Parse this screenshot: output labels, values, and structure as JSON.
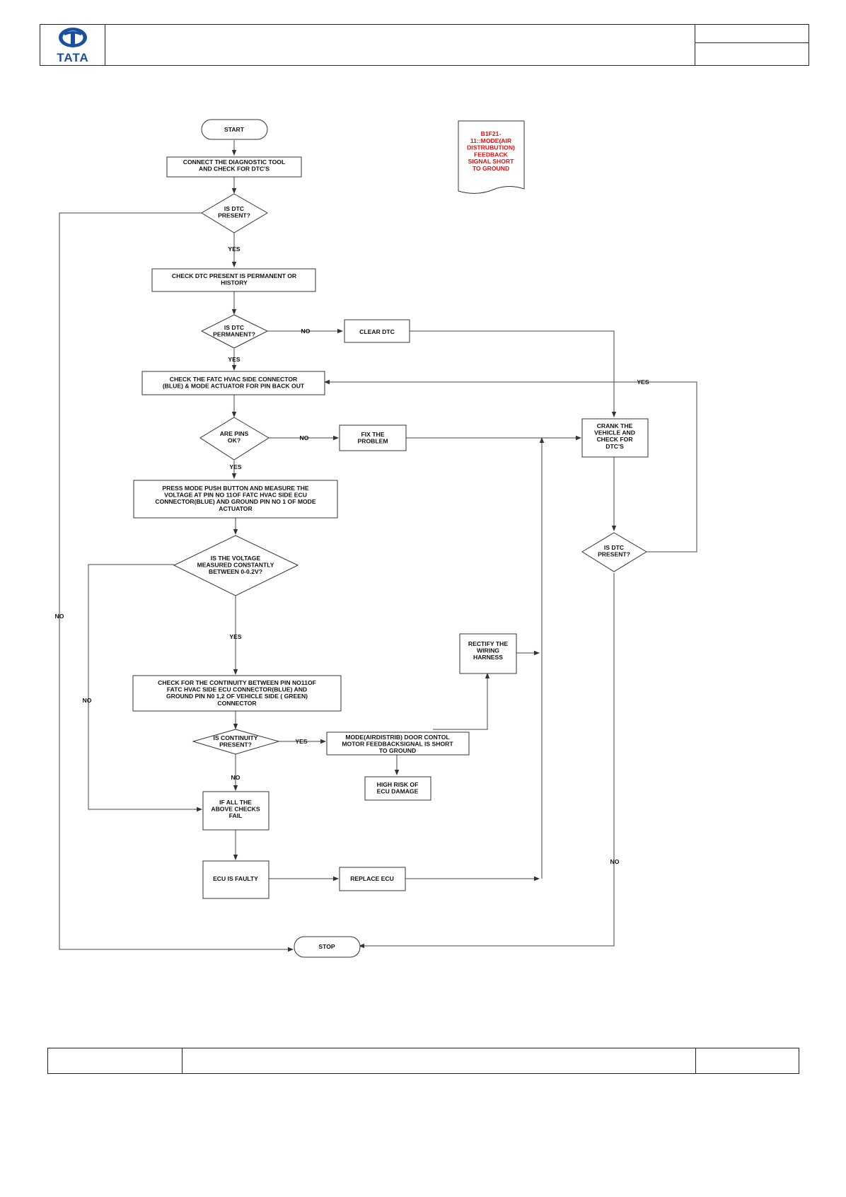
{
  "header": {
    "logo_text": "TATA",
    "title": "",
    "ref_top": "",
    "ref_bottom": ""
  },
  "footer": {
    "left": "",
    "center": "",
    "right": ""
  },
  "flowchart": {
    "start": "START",
    "stop": "STOP",
    "dtc_tag": [
      "B1F21-",
      "11::MODE(AIR",
      "DISTRUBUTION)",
      "FEEDBACK",
      "SIGNAL SHORT",
      "TO GROUND"
    ],
    "steps": {
      "connect_tool": [
        "CONNECT THE DIAGNOSTIC TOOL",
        "AND CHECK FOR  DTC'S"
      ],
      "dtc_present_q": [
        "IS  DTC",
        "PRESENT?"
      ],
      "check_permanent": [
        "CHECK DTC  PRESENT IS PERMANENT OR",
        "HISTORY"
      ],
      "dtc_permanent_q": [
        "IS  DTC",
        "PERMANENT?"
      ],
      "clear_dtc": [
        "CLEAR DTC"
      ],
      "check_connector": [
        "CHECK THE FATC HVAC SIDE CONNECTOR",
        "(BLUE) & MODE ACTUATOR FOR PIN BACK OUT"
      ],
      "pins_ok_q": [
        "ARE PINS",
        "OK?"
      ],
      "fix_problem": [
        "FIX THE",
        "PROBLEM"
      ],
      "crank_vehicle": [
        "CRANK THE",
        "VEHICLE AND",
        "CHECK FOR",
        "DTC'S"
      ],
      "measure_voltage": [
        "PRESS MODE PUSH BUTTON AND MEASURE THE",
        "VOLTAGE AT PIN NO 11OF FATC HVAC SIDE ECU",
        "CONNECTOR(BLUE) AND GROUND PIN NO 1 OF MODE",
        "ACTUATOR"
      ],
      "dtc_present_q2": [
        "IS  DTC",
        "PRESENT?"
      ],
      "voltage_q": [
        "IS  THE VOLTAGE",
        "MEASURED CONSTANTLY",
        "BETWEEN 0-0.2V?"
      ],
      "rectify_harness": [
        "RECTIFY THE",
        "WIRING",
        "HARNESS"
      ],
      "check_continuity": [
        "CHECK FOR THE CONTINUITY BETWEEN PIN NO11OF",
        "FATC HVAC SIDE ECU CONNECTOR(BLUE) AND",
        "GROUND  PIN N0 1,2 OF VEHICLE SIDE ( GREEN)",
        "CONNECTOR"
      ],
      "continuity_q": [
        "IS CONTINUITY",
        "PRESENT?"
      ],
      "short_to_ground": [
        "MODE(AIRDISTRIB) DOOR CONTOL",
        "MOTOR FEEDBACKSIGNAL IS SHORT",
        "TO GROUND"
      ],
      "high_risk": [
        "HIGH RISK OF",
        "ECU DAMAGE"
      ],
      "all_checks_fail": [
        "IF ALL THE",
        "ABOVE CHECKS",
        "FAIL"
      ],
      "ecu_faulty": [
        "ECU IS FAULTY"
      ],
      "replace_ecu": [
        "REPLACE ECU"
      ]
    },
    "edge_labels": {
      "yes": "YES",
      "no": "NO"
    }
  }
}
